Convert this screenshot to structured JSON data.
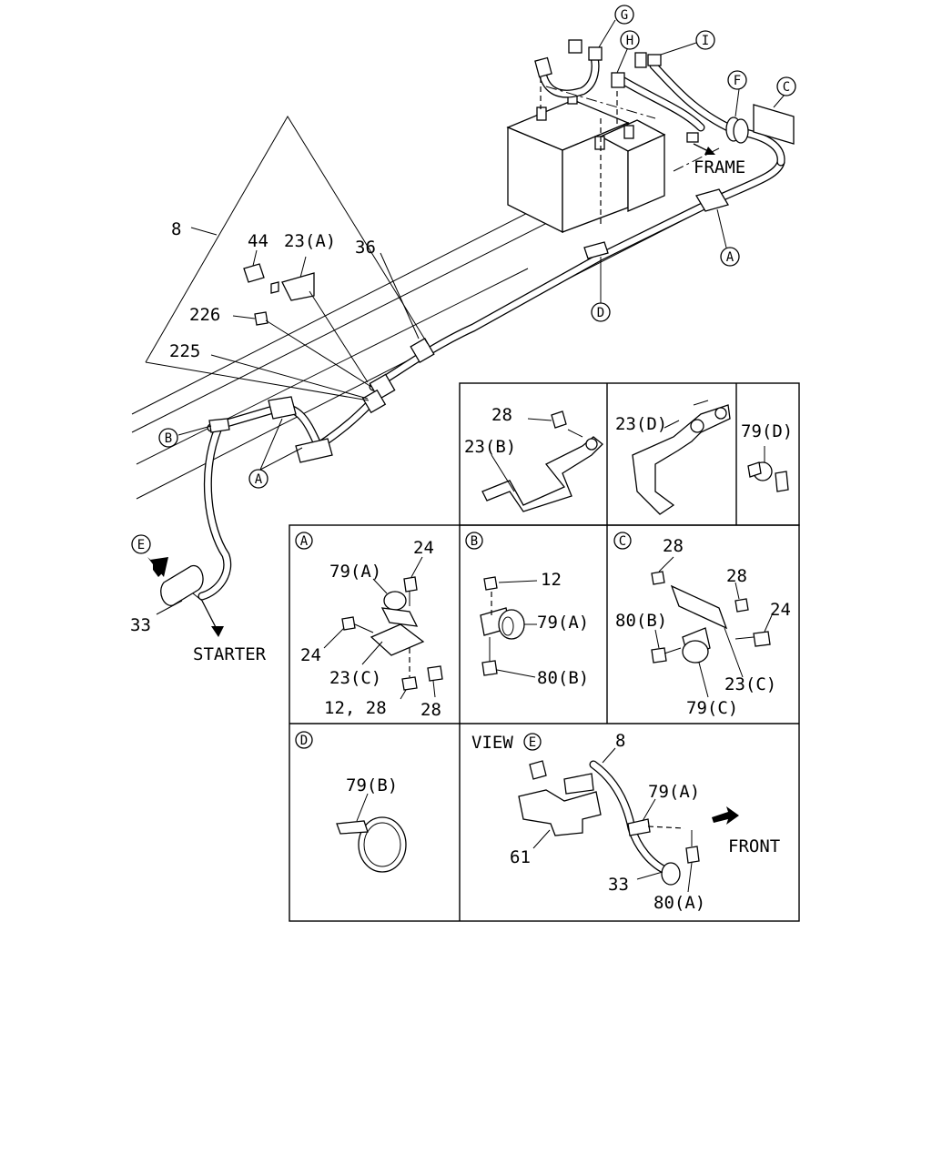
{
  "diagram": {
    "callouts": {
      "c_G": "G",
      "c_H": "H",
      "c_I": "I",
      "c_F": "F",
      "c_C": "C",
      "c_A_top": "A",
      "c_D_top": "D",
      "c_B_main": "B",
      "c_A_main": "A",
      "c_E_main": "E"
    },
    "main_labels": {
      "frame": "FRAME",
      "starter": "STARTER",
      "p8": "8",
      "p44": "44",
      "p23A": "23(A)",
      "p36": "36",
      "p226": "226",
      "p225": "225",
      "p33": "33"
    },
    "panels": {
      "panel_23B": {
        "p28": "28",
        "p23B": "23(B)"
      },
      "panel_23D": {
        "p23D": "23(D)"
      },
      "panel_79D": {
        "p79D": "79(D)"
      },
      "panel_A": {
        "letter": "A",
        "p24_top": "24",
        "p79A": "79(A)",
        "p24_left": "24",
        "p23C": "23(C)",
        "p12_28": "12, 28",
        "p28": "28"
      },
      "panel_B": {
        "letter": "B",
        "p12": "12",
        "p79A": "79(A)",
        "p80B": "80(B)"
      },
      "panel_C": {
        "letter": "C",
        "p28_top": "28",
        "p28_right": "28",
        "p80B": "80(B)",
        "p24": "24",
        "p23C": "23(C)",
        "p79C": "79(C)"
      },
      "panel_D": {
        "letter": "D",
        "p79B": "79(B)"
      },
      "panel_E": {
        "view": "VIEW",
        "letter": "E",
        "p8": "8",
        "p79A": "79(A)",
        "front": "FRONT",
        "p61": "61",
        "p33": "33",
        "p80A": "80(A)"
      }
    }
  }
}
